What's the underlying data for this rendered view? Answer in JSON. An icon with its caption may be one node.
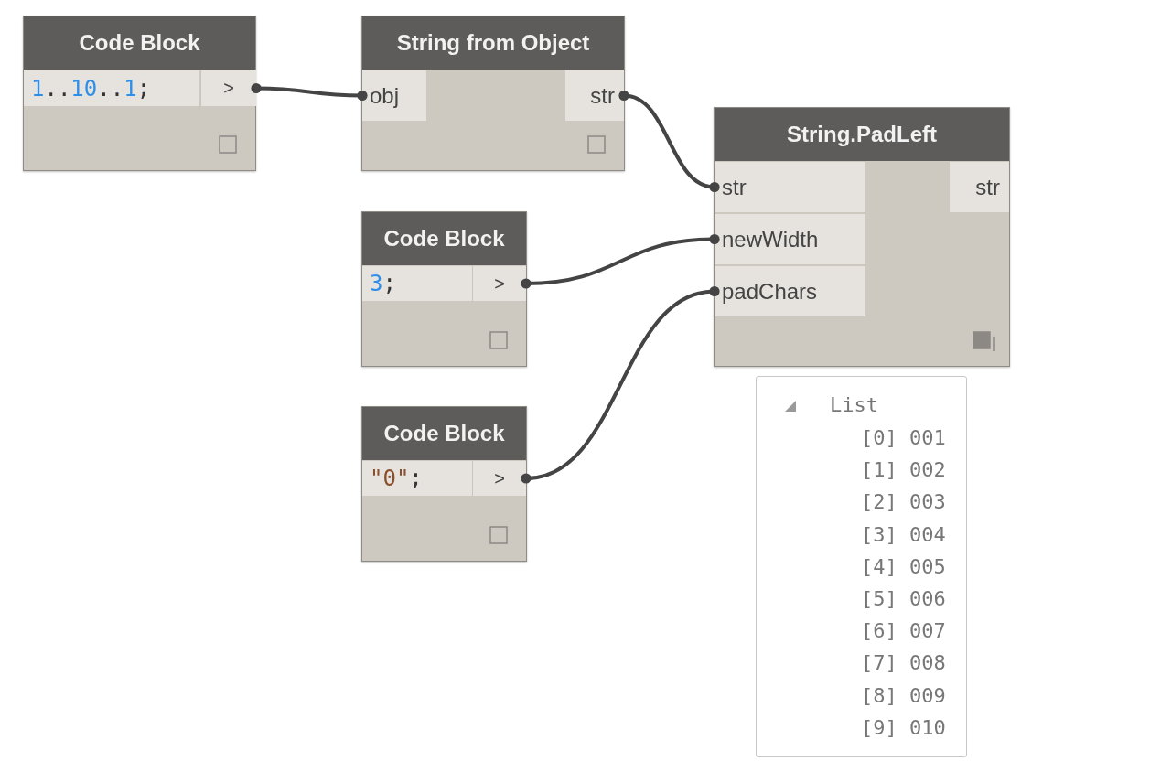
{
  "diagram": {
    "nodes": [
      {
        "text": [
          "Code Block",
          "1..10..1;"
        ]
      },
      {
        "text": [
          ">"
        ],
        "in": 0
      },
      {
        "text": [
          "String from Object"
        ]
      },
      {
        "text": [
          "obj"
        ],
        "in": 2
      },
      {
        "text": [
          "str"
        ],
        "in": 2
      },
      {
        "text": [
          "String.PadLeft"
        ]
      },
      {
        "text": [
          "str"
        ],
        "in": 5
      },
      {
        "text": [
          "newWidth"
        ],
        "in": 5
      },
      {
        "text": [
          "padChars"
        ],
        "in": 5
      },
      {
        "text": [
          "str"
        ],
        "in": 5
      },
      {
        "text": [
          "Code Block",
          "3;"
        ]
      },
      {
        "text": [
          ">"
        ],
        "in": 10
      },
      {
        "text": [
          "Code Block",
          "\"0\";"
        ]
      },
      {
        "text": [
          ">"
        ],
        "in": 12
      },
      {
        "text": [
          "List",
          "[0] 001",
          "[1] 002",
          "[2] 003",
          "[3] 004",
          "[4] 005",
          "[5] 006",
          "[6] 007",
          "[7] 008",
          "[8] 009",
          "[9] 010"
        ]
      }
    ],
    "edges": [
      {
        "from": 1,
        "to": 3,
        "arrow": "other"
      },
      {
        "from": 4,
        "to": 6,
        "arrow": "other"
      },
      {
        "from": 11,
        "to": 7,
        "arrow": "other"
      },
      {
        "from": 13,
        "to": 8,
        "arrow": "other"
      }
    ]
  }
}
